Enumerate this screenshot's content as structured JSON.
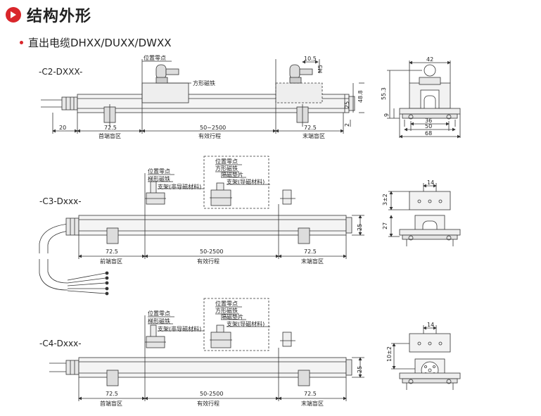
{
  "header": {
    "title": "结构外形",
    "play_icon": "play-circle-icon"
  },
  "subtitle": "直出电缆DHXX/DUXX/DWXX",
  "accent": "#d9262b",
  "sections": {
    "c2": {
      "model": "-C2-DXXX-",
      "labels": {
        "zero_point": "位置零点",
        "magnet": "方形磁铁"
      },
      "dims": {
        "d20": "20",
        "front": "72.5",
        "stroke": "50~2500",
        "end": "72.5",
        "d10_5": "10.5",
        "m5": "M5",
        "d25": "25",
        "d48_8": "48.8",
        "d2": "2"
      },
      "zones": {
        "front": "首端盲区",
        "stroke": "有效行程",
        "end": "末端盲区"
      },
      "side": {
        "d42": "42",
        "d55_3": "55.3",
        "d9": "9",
        "d36": "36",
        "d50": "50",
        "d68": "68"
      }
    },
    "c3": {
      "model": "-C3-Dxxx-",
      "labels": {
        "zero_point": "位置零点",
        "ring_magnet": "梯形磁铁",
        "bracket": "支架(非导磁材料)",
        "zero_point2": "位置零点",
        "square_magnet": "方形磁铁",
        "spacer": "隔磁垫片",
        "bracket2": "支架(导磁材料)"
      },
      "dims": {
        "front": "72.5",
        "stroke": "50-2500",
        "end": "72.5",
        "d25": "25"
      },
      "zones": {
        "front": "前端盲区",
        "stroke": "有效行程",
        "end": "末端盲区"
      },
      "side": {
        "d14": "14",
        "d3": "3±2",
        "d27": "27"
      }
    },
    "c4": {
      "model": "-C4-Dxxx-",
      "labels": {
        "zero_point": "位置零点",
        "ring_magnet": "梯形磁铁",
        "bracket": "支架(非导磁材料)",
        "zero_point2": "位置零点",
        "square_magnet": "方形磁铁",
        "spacer": "隔磁垫片",
        "bracket2": "支架(导磁材料)"
      },
      "dims": {
        "front": "72.5",
        "stroke": "50-2500",
        "end": "72.5",
        "d25": "25"
      },
      "zones": {
        "front": "首端盲区",
        "stroke": "有效行程",
        "end": "末端盲区"
      },
      "side": {
        "d14": "14",
        "d10": "10±2"
      }
    }
  }
}
